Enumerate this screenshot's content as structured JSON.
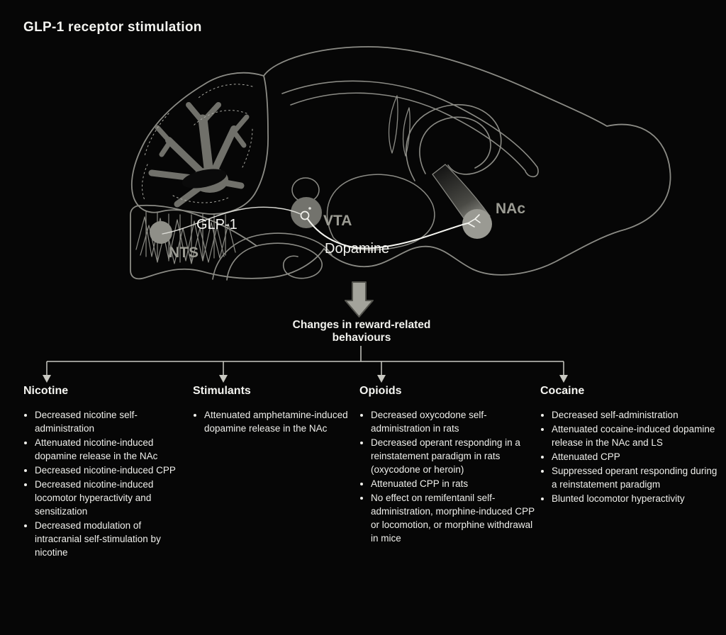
{
  "title": "GLP-1 receptor stimulation",
  "brain": {
    "nts_label": "NTS",
    "vta_label": "VTA",
    "nac_label": "NAc",
    "glp1_pathway_label": "GLP-1",
    "dopamine_pathway_label": "Dopamine"
  },
  "heading": {
    "line1": "Changes in reward-related",
    "line2": "behaviours"
  },
  "columns": [
    {
      "title": "Nicotine",
      "bullets": [
        "Decreased nicotine self-administration",
        "Attenuated nicotine-induced dopamine release in the NAc",
        "Decreased nicotine-induced CPP",
        "Decreased nicotine-induced locomotor hyperactivity and sensitization",
        "Decreased modulation of intracranial self-stimulation by nicotine"
      ]
    },
    {
      "title": "Stimulants",
      "bullets": [
        "Attenuated amphetamine-induced dopamine release in the NAc"
      ]
    },
    {
      "title": "Opioids",
      "bullets": [
        "Decreased oxycodone self-administration in rats",
        "Decreased operant responding in a reinstatement paradigm in rats (oxycodone or heroin)",
        "Attenuated CPP in rats",
        "No effect on remifentanil self-administration, morphine-induced CPP or locomotion, or morphine withdrawal in mice"
      ]
    },
    {
      "title": "Cocaine",
      "bullets": [
        "Decreased self-administration",
        "Attenuated cocaine-induced dopamine release in the NAc and LS",
        "Attenuated CPP",
        "Suppressed operant responding during a reinstatement paradigm",
        "Blunted locomotor hyperactivity"
      ]
    }
  ],
  "colors": {
    "background": "#060606",
    "brain_outline": "#8b8b85",
    "region_fill": "#8f8f88",
    "muted_label": "#9b9b93",
    "text": "#f2f2ee",
    "arrow_fill": "#a3a39b",
    "connector": "#c9c9c2"
  }
}
